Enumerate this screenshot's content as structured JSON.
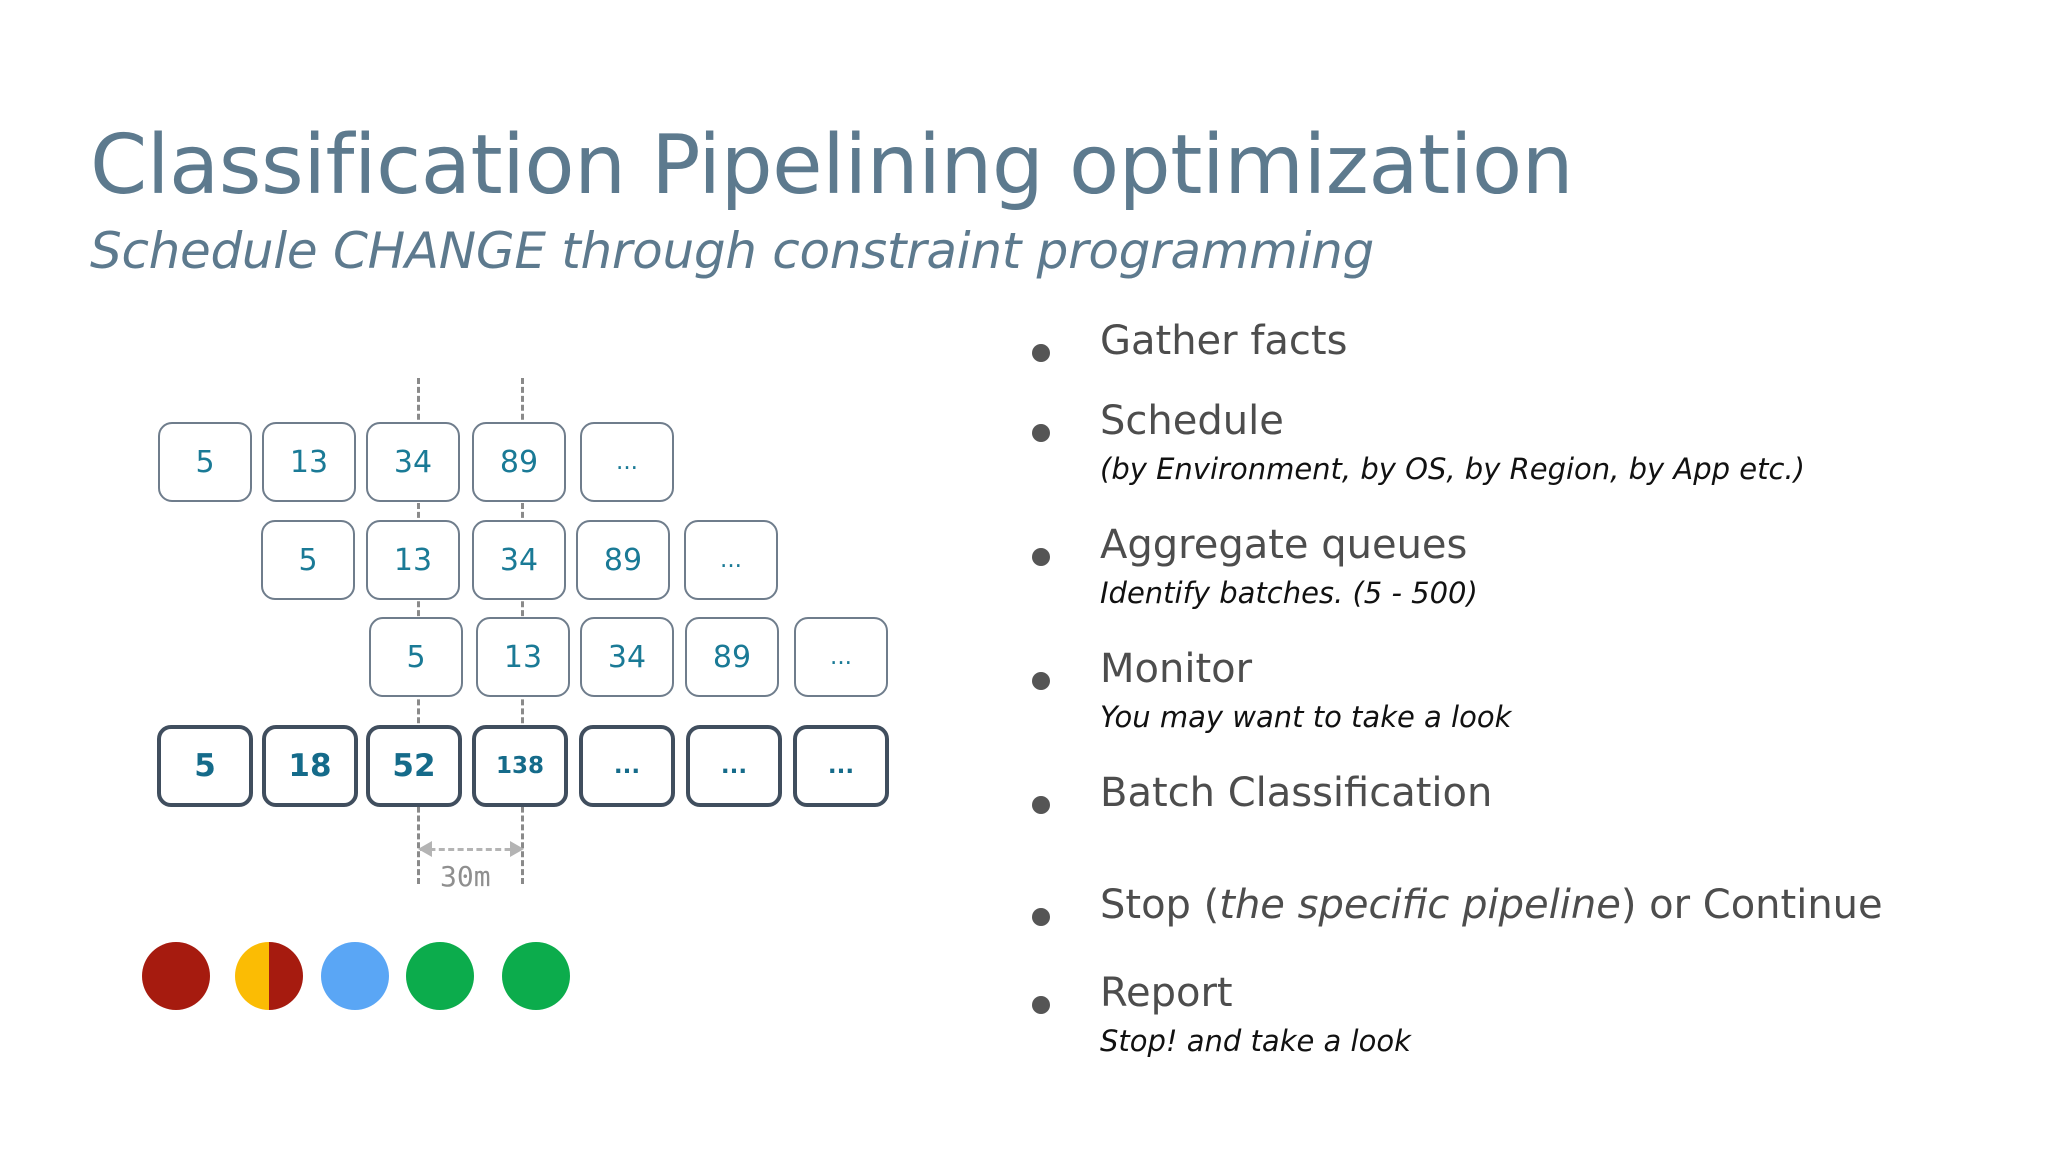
{
  "slide": {
    "title": "Classification Pipelining optimization",
    "subtitle": "Schedule CHANGE through constraint programming"
  },
  "diagram": {
    "rows": [
      [
        "5",
        "13",
        "34",
        "89",
        "..."
      ],
      [
        "5",
        "13",
        "34",
        "89",
        "..."
      ],
      [
        "5",
        "13",
        "34",
        "89",
        "..."
      ]
    ],
    "totals": [
      "5",
      "18",
      "52",
      "138",
      "...",
      "...",
      "..."
    ],
    "interval_label": "30m",
    "status_colors": [
      "#a61b0f",
      "#fbbc04",
      "#5aa6f5",
      "#0cac4c",
      "#0cac4c"
    ],
    "split_color": "#a61b0f"
  },
  "bullets": [
    {
      "text": "Gather facts",
      "sub": ""
    },
    {
      "text": "Schedule",
      "sub": "(by Environment, by OS, by Region, by App etc.)"
    },
    {
      "text": "Aggregate queues",
      "sub": "Identify batches. (5 - 500)"
    },
    {
      "text": "Monitor",
      "sub": "You may want to take a look"
    },
    {
      "text": "Batch Classification",
      "sub": ""
    },
    {
      "text_before": "Stop (",
      "text_italic": "the specific pipeline",
      "text_after": ") or Continue",
      "sub": ""
    },
    {
      "text": "Report",
      "sub": "Stop! and take a look"
    }
  ]
}
